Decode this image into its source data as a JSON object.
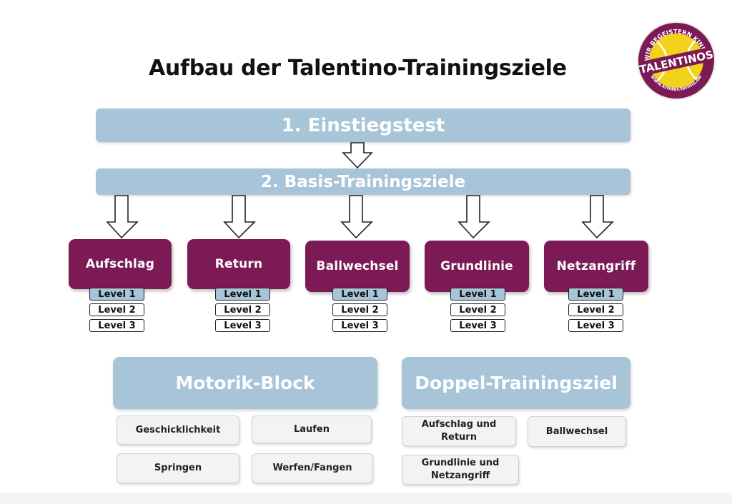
{
  "title": "Aufbau der Talentino-Trainingsziele",
  "logo": {
    "top_text": "WIR BEGEISTERN KINDER",
    "brand": "TALENTINOS",
    "url": "www.kinder.tennis.de",
    "colors": {
      "ring": "#7b1a54",
      "ball": "#f2d21b"
    }
  },
  "stage1": "1. Einstiegstest",
  "stage2": "2. Basis-Trainingsziele",
  "categories": [
    {
      "label": "Aufschlag",
      "levels": [
        "Level 1",
        "Level 2",
        "Level 3"
      ]
    },
    {
      "label": "Return",
      "levels": [
        "Level 1",
        "Level 2",
        "Level 3"
      ]
    },
    {
      "label": "Ballwechsel",
      "levels": [
        "Level 1",
        "Level 2",
        "Level 3"
      ]
    },
    {
      "label": "Grundlinie",
      "levels": [
        "Level 1",
        "Level 2",
        "Level 3"
      ]
    },
    {
      "label": "Netzangriff",
      "levels": [
        "Level 1",
        "Level 2",
        "Level 3"
      ]
    }
  ],
  "motorik": {
    "title": "Motorik-Block",
    "items": [
      "Geschicklichkeit",
      "Laufen",
      "Springen",
      "Werfen/Fangen"
    ]
  },
  "doppel": {
    "title": "Doppel-Trainingsziel",
    "items": [
      [
        "Aufschlag und",
        "Return"
      ],
      [
        "Ballwechsel"
      ],
      [
        "Grundlinie und",
        "Netzangriff"
      ]
    ]
  },
  "colors": {
    "bar": "#a7c4d9",
    "category": "#7b1a54",
    "level1": "#a7c4d9",
    "subitem": "#f3f3f3"
  }
}
